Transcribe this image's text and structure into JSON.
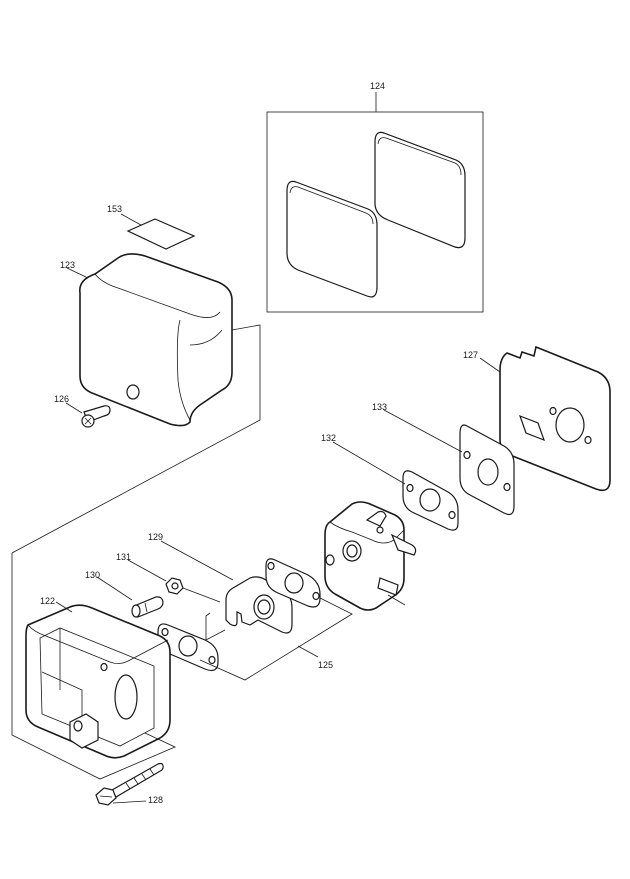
{
  "labels": {
    "p124": "124",
    "p153": "153",
    "p123": "123",
    "p126": "126",
    "p127": "127",
    "p133": "133",
    "p132": "132",
    "p129": "129",
    "p131": "131",
    "p130": "130",
    "p122": "122",
    "p125": "125",
    "p128": "128"
  }
}
